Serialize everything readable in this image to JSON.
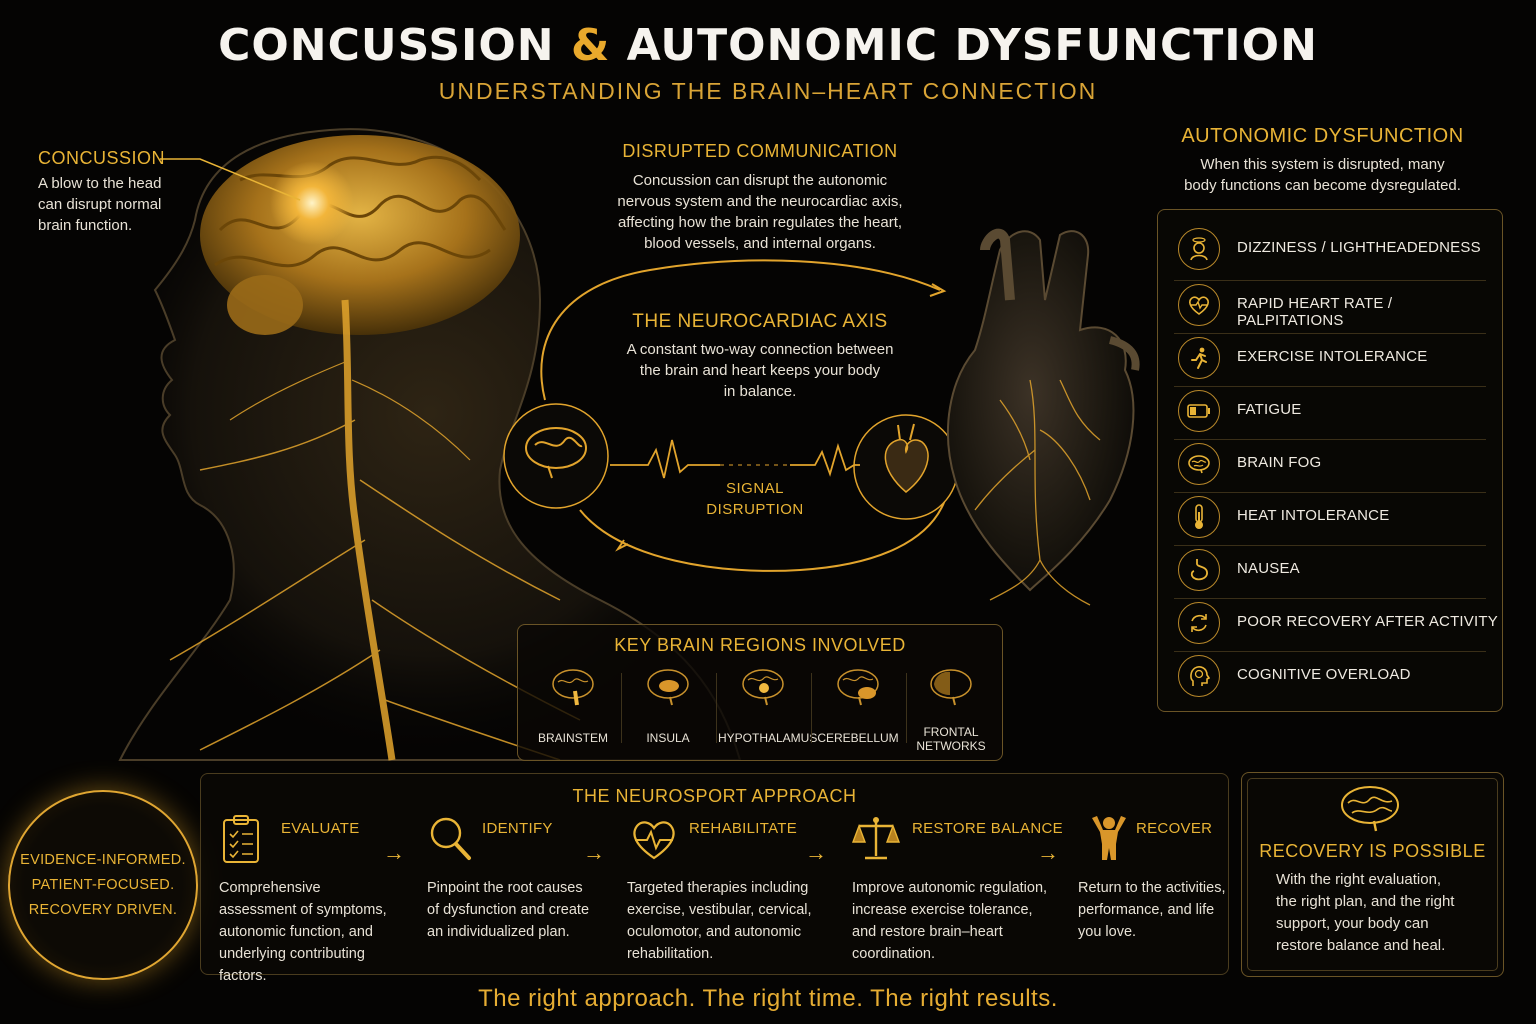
{
  "header": {
    "title_part1": "CONCUSSION",
    "title_amp": "&",
    "title_part2": "AUTONOMIC DYSFUNCTION",
    "subtitle": "UNDERSTANDING THE BRAIN–HEART CONNECTION"
  },
  "concussion": {
    "heading": "CONCUSSION",
    "lines": [
      "A blow to the head",
      "can disrupt normal",
      "brain function."
    ]
  },
  "disrupted": {
    "heading": "DISRUPTED COMMUNICATION",
    "lines": [
      "Concussion can disrupt the autonomic",
      "nervous system and the neurocardiac axis,",
      "affecting how the brain regulates the heart,",
      "blood vessels, and internal organs."
    ]
  },
  "axis": {
    "heading": "THE NEUROCARDIAC AXIS",
    "lines": [
      "A constant two-way connection between",
      "the brain and heart keeps your body",
      "in balance."
    ],
    "signal_lines": [
      "SIGNAL",
      "DISRUPTION"
    ]
  },
  "autonomic": {
    "heading": "AUTONOMIC DYSFUNCTION",
    "lines": [
      "When this system is disrupted, many",
      "body functions can become dysregulated."
    ],
    "symptoms": [
      {
        "label": "DIZZINESS / LIGHTHEADEDNESS",
        "icon": "dizzy-head-icon"
      },
      {
        "label": "RAPID HEART RATE / PALPITATIONS",
        "icon": "heart-pulse-icon"
      },
      {
        "label": "EXERCISE INTOLERANCE",
        "icon": "runner-icon"
      },
      {
        "label": "FATIGUE",
        "icon": "low-battery-icon"
      },
      {
        "label": "BRAIN FOG",
        "icon": "brain-icon"
      },
      {
        "label": "HEAT INTOLERANCE",
        "icon": "thermometer-icon"
      },
      {
        "label": "NAUSEA",
        "icon": "stomach-icon"
      },
      {
        "label": "POOR RECOVERY AFTER ACTIVITY",
        "icon": "cycle-arrows-icon"
      },
      {
        "label": "COGNITIVE OVERLOAD",
        "icon": "head-brain-icon"
      }
    ]
  },
  "regions": {
    "heading": "KEY BRAIN REGIONS INVOLVED",
    "items": [
      {
        "label": "BRAINSTEM"
      },
      {
        "label": "INSULA"
      },
      {
        "label": "HYPOTHALAMUS"
      },
      {
        "label": "CEREBELLUM"
      },
      {
        "label": "FRONTAL\nNETWORKS"
      }
    ]
  },
  "approach": {
    "heading": "THE NEUROSPORT APPROACH",
    "steps": [
      {
        "title": "EVALUATE",
        "icon": "clipboard-icon",
        "text": "Comprehensive assessment of symptoms, autonomic function, and underlying contributing factors."
      },
      {
        "title": "IDENTIFY",
        "icon": "magnifier-icon",
        "text": "Pinpoint the root causes of dysfunction and create an individualized plan."
      },
      {
        "title": "REHABILITATE",
        "icon": "heart-rhythm-icon",
        "text": "Targeted therapies including exercise, vestibular, cervical, oculomotor, and autonomic rehabilitation."
      },
      {
        "title": "RESTORE BALANCE",
        "icon": "scales-icon",
        "text": "Improve autonomic regulation, increase exercise tolerance, and restore brain–heart coordination."
      },
      {
        "title": "RECOVER",
        "icon": "celebrating-person-icon",
        "text": "Return to the activities, performance, and life you love."
      }
    ]
  },
  "evidence": {
    "lines": [
      "EVIDENCE-INFORMED.",
      "PATIENT-FOCUSED.",
      "RECOVERY DRIVEN."
    ]
  },
  "recovery": {
    "heading": "RECOVERY IS POSSIBLE",
    "lines": [
      "With the right evaluation,",
      "the right plan, and the right",
      "support, your body can",
      "restore balance and heal."
    ]
  },
  "tagline": "The right approach. The right time. The right results.",
  "colors": {
    "gold": "#e9b436",
    "background": "#050403",
    "text": "#e8e2d6"
  }
}
